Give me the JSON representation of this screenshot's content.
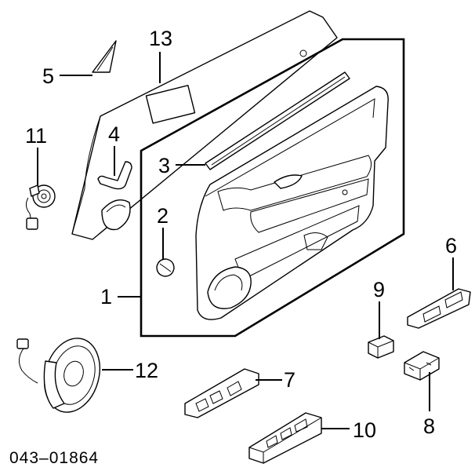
{
  "diagram": {
    "part_code": "043–01864",
    "callouts": [
      {
        "id": "1",
        "label": "1"
      },
      {
        "id": "2",
        "label": "2"
      },
      {
        "id": "3",
        "label": "3"
      },
      {
        "id": "4",
        "label": "4"
      },
      {
        "id": "5",
        "label": "5"
      },
      {
        "id": "6",
        "label": "6"
      },
      {
        "id": "7",
        "label": "7"
      },
      {
        "id": "8",
        "label": "8"
      },
      {
        "id": "9",
        "label": "9"
      },
      {
        "id": "10",
        "label": "10"
      },
      {
        "id": "11",
        "label": "11"
      },
      {
        "id": "12",
        "label": "12"
      },
      {
        "id": "13",
        "label": "13"
      }
    ]
  }
}
